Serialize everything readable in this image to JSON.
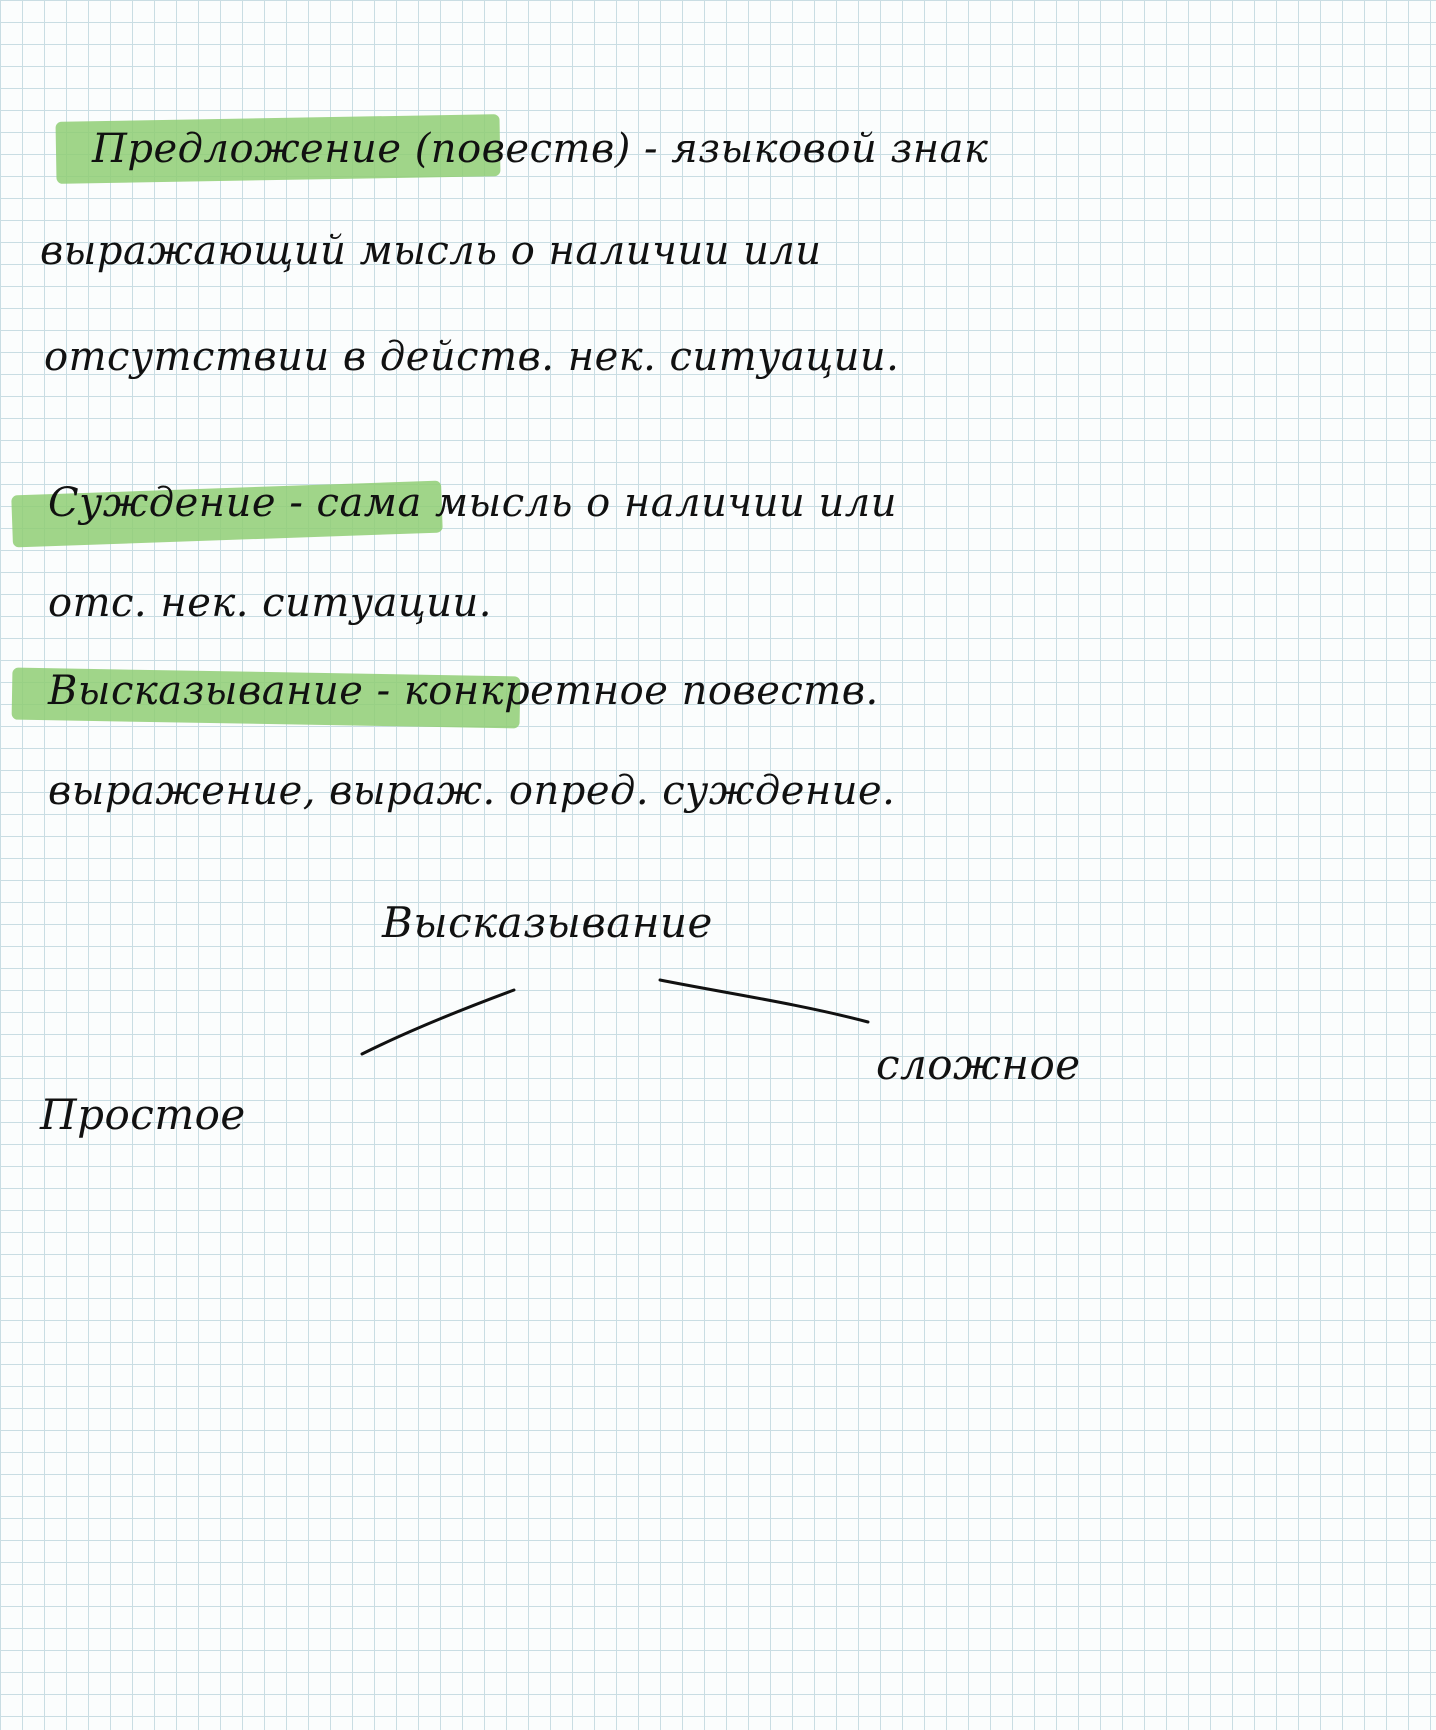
{
  "note": {
    "paragraphs": [
      {
        "term": "Предложение",
        "lines": [
          "(повеств) - языковой знак",
          "выражающий мысль о наличии или",
          "отсутствии в действ. нек. ситуации."
        ]
      },
      {
        "term": "Суждение",
        "lines": [
          "- сама мысль о наличии или",
          "отс. нек. ситуации."
        ]
      },
      {
        "term": "Высказывание",
        "lines": [
          "- конкретное повеств.",
          "выражение, выраж. опред. суждение."
        ]
      }
    ],
    "diagram": {
      "root": "Высказывание",
      "left": "Простое",
      "right": "сложное"
    }
  },
  "colors": {
    "highlight": "#8fce74",
    "ink": "#111111",
    "grid": "#c9dde3",
    "paper": "#fbfdfd"
  }
}
